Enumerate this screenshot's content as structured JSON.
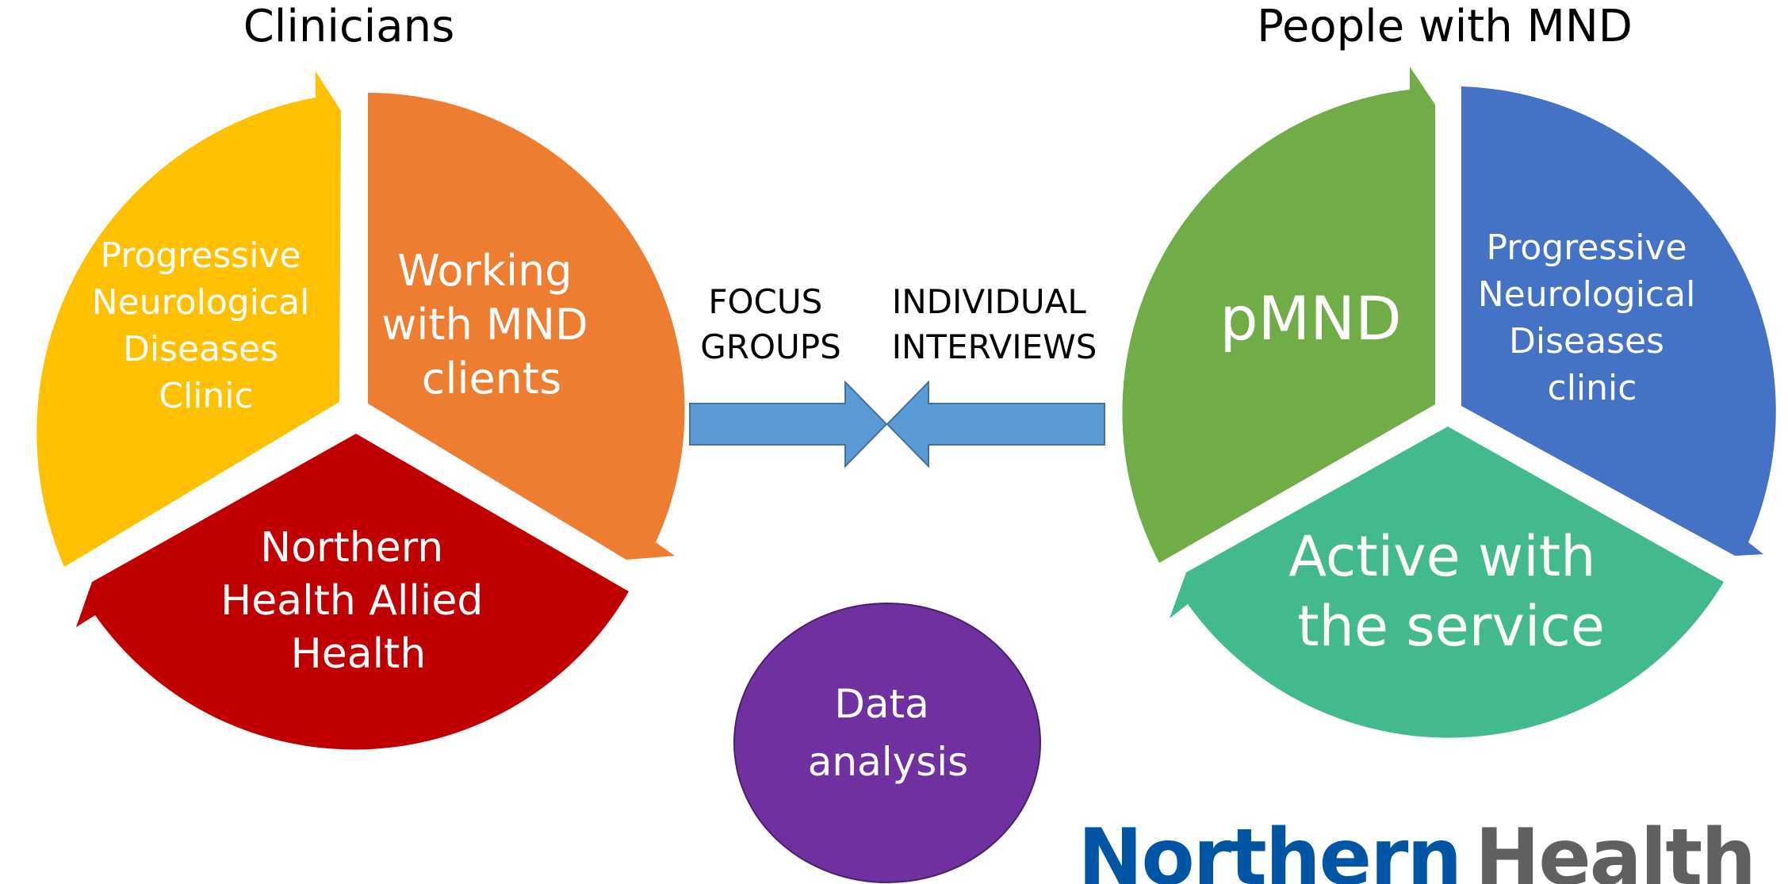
{
  "titles": {
    "left": "Clinicians",
    "right": "People with MND"
  },
  "left_cycle": {
    "segments": [
      {
        "lines": [
          "Progressive",
          "Neurological",
          "Diseases",
          "Clinic"
        ],
        "color": "#FFC000"
      },
      {
        "lines": [
          "Working",
          "with MND",
          "clients"
        ],
        "color": "#ED7D31"
      },
      {
        "lines": [
          "Northern",
          "Health Allied",
          "Health"
        ],
        "color": "#C00000"
      }
    ]
  },
  "right_cycle": {
    "segments": [
      {
        "lines": [
          "pMND"
        ],
        "color": "#70AD47"
      },
      {
        "lines": [
          "Progressive",
          "Neurological",
          "Diseases",
          "clinic"
        ],
        "color": "#4472C4"
      },
      {
        "lines": [
          "Active with",
          "the service"
        ],
        "color": "#43BA8D"
      }
    ]
  },
  "arrows": {
    "left_label": [
      "FOCUS",
      "GROUPS"
    ],
    "right_label": [
      "INDIVIDUAL",
      "INTERVIEWS"
    ],
    "color": "#5B9BD5"
  },
  "center": {
    "lines": [
      "Data",
      "analysis"
    ],
    "color": "#7030A0"
  },
  "logo": {
    "word1": "Northern",
    "word2": "Health",
    "color1": "#0055A5",
    "color2": "#5F6062"
  }
}
